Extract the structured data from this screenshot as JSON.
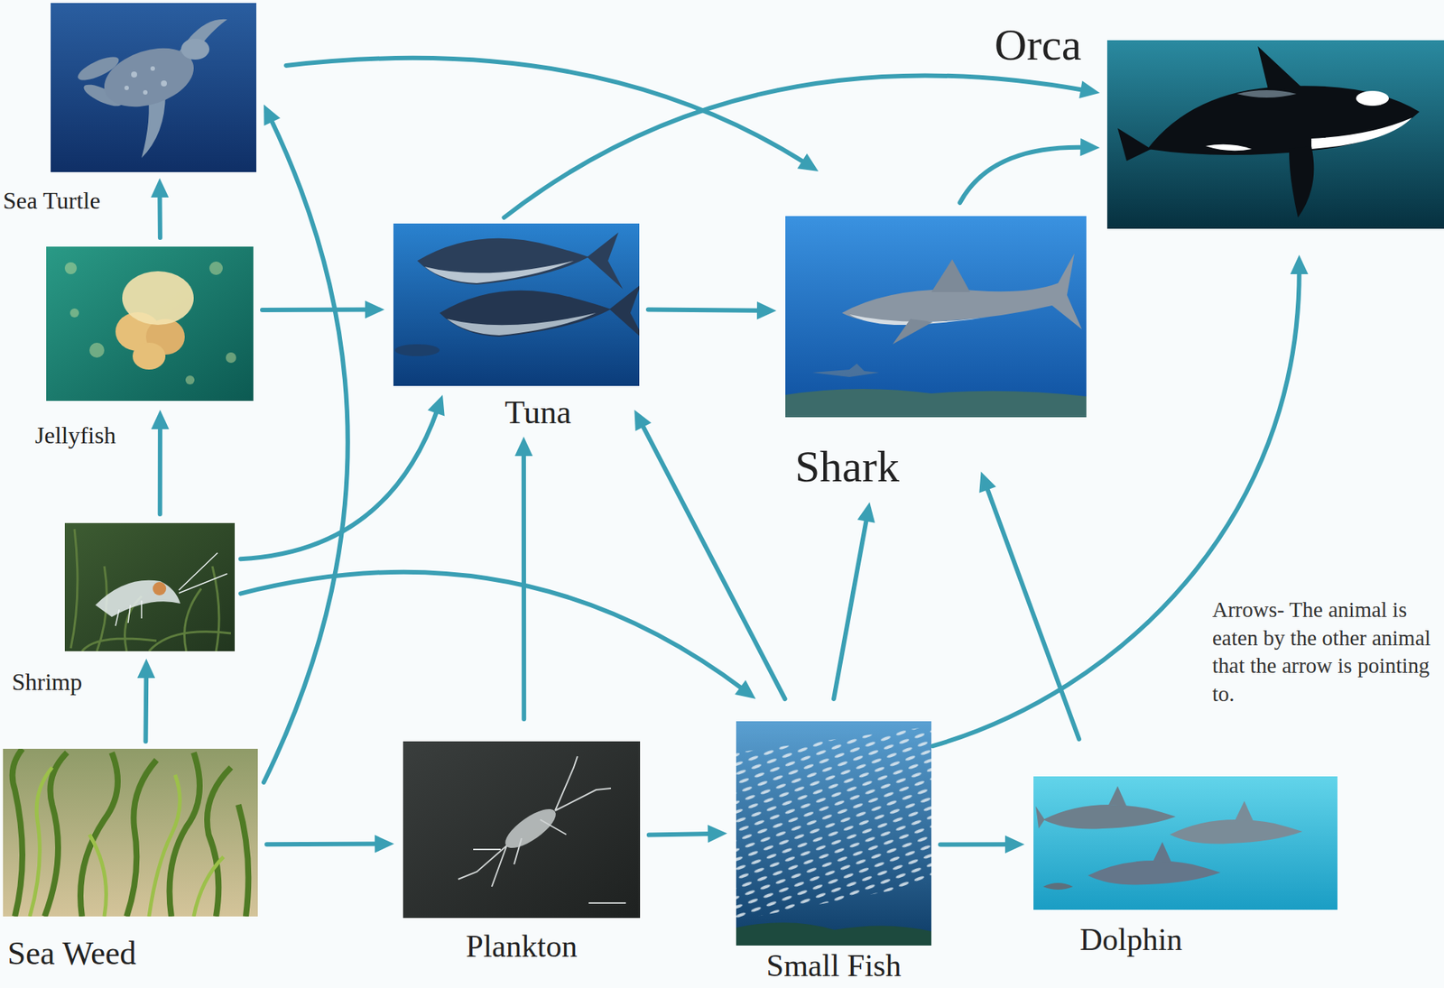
{
  "diagram": {
    "nodes": [
      {
        "text": [
          "Sea Turtle"
        ]
      },
      {
        "text": [
          "Orca"
        ]
      },
      {
        "text": [
          "Jellyfish"
        ]
      },
      {
        "text": [
          "Tuna"
        ]
      },
      {
        "text": [
          "Shark"
        ]
      },
      {
        "text": [
          "Shrimp"
        ]
      },
      {
        "text": [
          "Sea Weed"
        ]
      },
      {
        "text": [
          "Plankton"
        ]
      },
      {
        "text": [
          "Small Fish"
        ]
      },
      {
        "text": [
          "Dolphin"
        ]
      }
    ],
    "edges": [
      {
        "from": 6,
        "to": 5,
        "arrow": "to"
      },
      {
        "from": 6,
        "to": 7,
        "arrow": "to"
      },
      {
        "from": 6,
        "to": 0,
        "arrow": "to"
      },
      {
        "from": 5,
        "to": 2,
        "arrow": "to"
      },
      {
        "from": 2,
        "to": 0,
        "arrow": "to"
      },
      {
        "from": 2,
        "to": 3,
        "arrow": "to"
      },
      {
        "from": 5,
        "to": 3,
        "arrow": "to"
      },
      {
        "from": 5,
        "to": 8,
        "arrow": "to"
      },
      {
        "from": 7,
        "to": 3,
        "arrow": "to"
      },
      {
        "from": 7,
        "to": 8,
        "arrow": "to"
      },
      {
        "from": 8,
        "to": 3,
        "arrow": "to"
      },
      {
        "from": 8,
        "to": 4,
        "arrow": "to"
      },
      {
        "from": 8,
        "to": 9,
        "arrow": "to"
      },
      {
        "from": 8,
        "to": 1,
        "arrow": "to"
      },
      {
        "from": 3,
        "to": 4,
        "arrow": "to"
      },
      {
        "from": 3,
        "to": 1,
        "arrow": "to"
      },
      {
        "from": 0,
        "to": 4,
        "arrow": "to"
      },
      {
        "from": 4,
        "to": 1,
        "arrow": "to"
      },
      {
        "from": 9,
        "to": 4,
        "arrow": "to"
      }
    ],
    "labels": [
      "Arrows- The animal is eaten by the other animal that the arrow is pointing to."
    ]
  }
}
